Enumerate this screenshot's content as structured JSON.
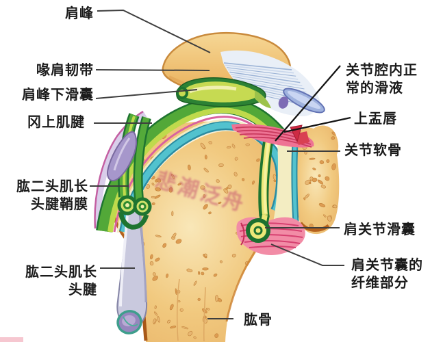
{
  "figure": {
    "subject": "shoulder-joint-anatomy-cross-section",
    "watermark": "悲潮泛舟"
  },
  "palette": {
    "background": "#ffffff",
    "bone_fill": "#f1c97f",
    "bone_light": "#f9e7b8",
    "bone_rim_orange": "#b5621e",
    "bone_speckle": "#dd9c52",
    "tendon_green_dark": "#1e7430",
    "tendon_green": "#52a838",
    "bursa_yellow_green": "#c6da52",
    "synovial_fluid_yellow": "#ede878",
    "cartilage_teal": "#52c2ce",
    "ligament_blue": "#9fb2de",
    "ligament_fiber": "#9db4d6",
    "capsule_pink": "#f28ca6",
    "capsule_red": "#c93a5e",
    "labrum_red": "#ce2b44",
    "sheath_purple": "#a697cb",
    "biceps_tendon_gray": "#c9c9de",
    "tendon_cap_teal": "#3e9e8c",
    "leader_line": "#3e3e3e",
    "label_text": "#1b1b1b"
  },
  "labels": {
    "left": [
      {
        "name": "acromion",
        "text": "肩峰"
      },
      {
        "name": "coracoacromial-ligament",
        "text": "喙肩韧带"
      },
      {
        "name": "subacromial-bursa",
        "text": "肩峰下滑囊"
      },
      {
        "name": "supraspinatus-tendon",
        "text": "冈上肌腱"
      },
      {
        "name": "biceps-long-head-tendon-sheath",
        "text": "肱二头肌长\n头腱鞘膜"
      },
      {
        "name": "biceps-long-head-tendon",
        "text": "肱二头肌长\n头腱"
      }
    ],
    "right": [
      {
        "name": "normal-synovial-fluid-in-joint-cavity",
        "text": "关节腔内正\n常的滑液"
      },
      {
        "name": "superior-labrum",
        "text": "上盂唇"
      },
      {
        "name": "articular-cartilage",
        "text": "关节软骨"
      },
      {
        "name": "shoulder-joint-bursa",
        "text": "肩关节滑囊"
      },
      {
        "name": "fibrous-part-of-joint-capsule",
        "text": "肩关节囊的\n纤维部分"
      },
      {
        "name": "humerus",
        "text": "肱骨"
      }
    ]
  }
}
